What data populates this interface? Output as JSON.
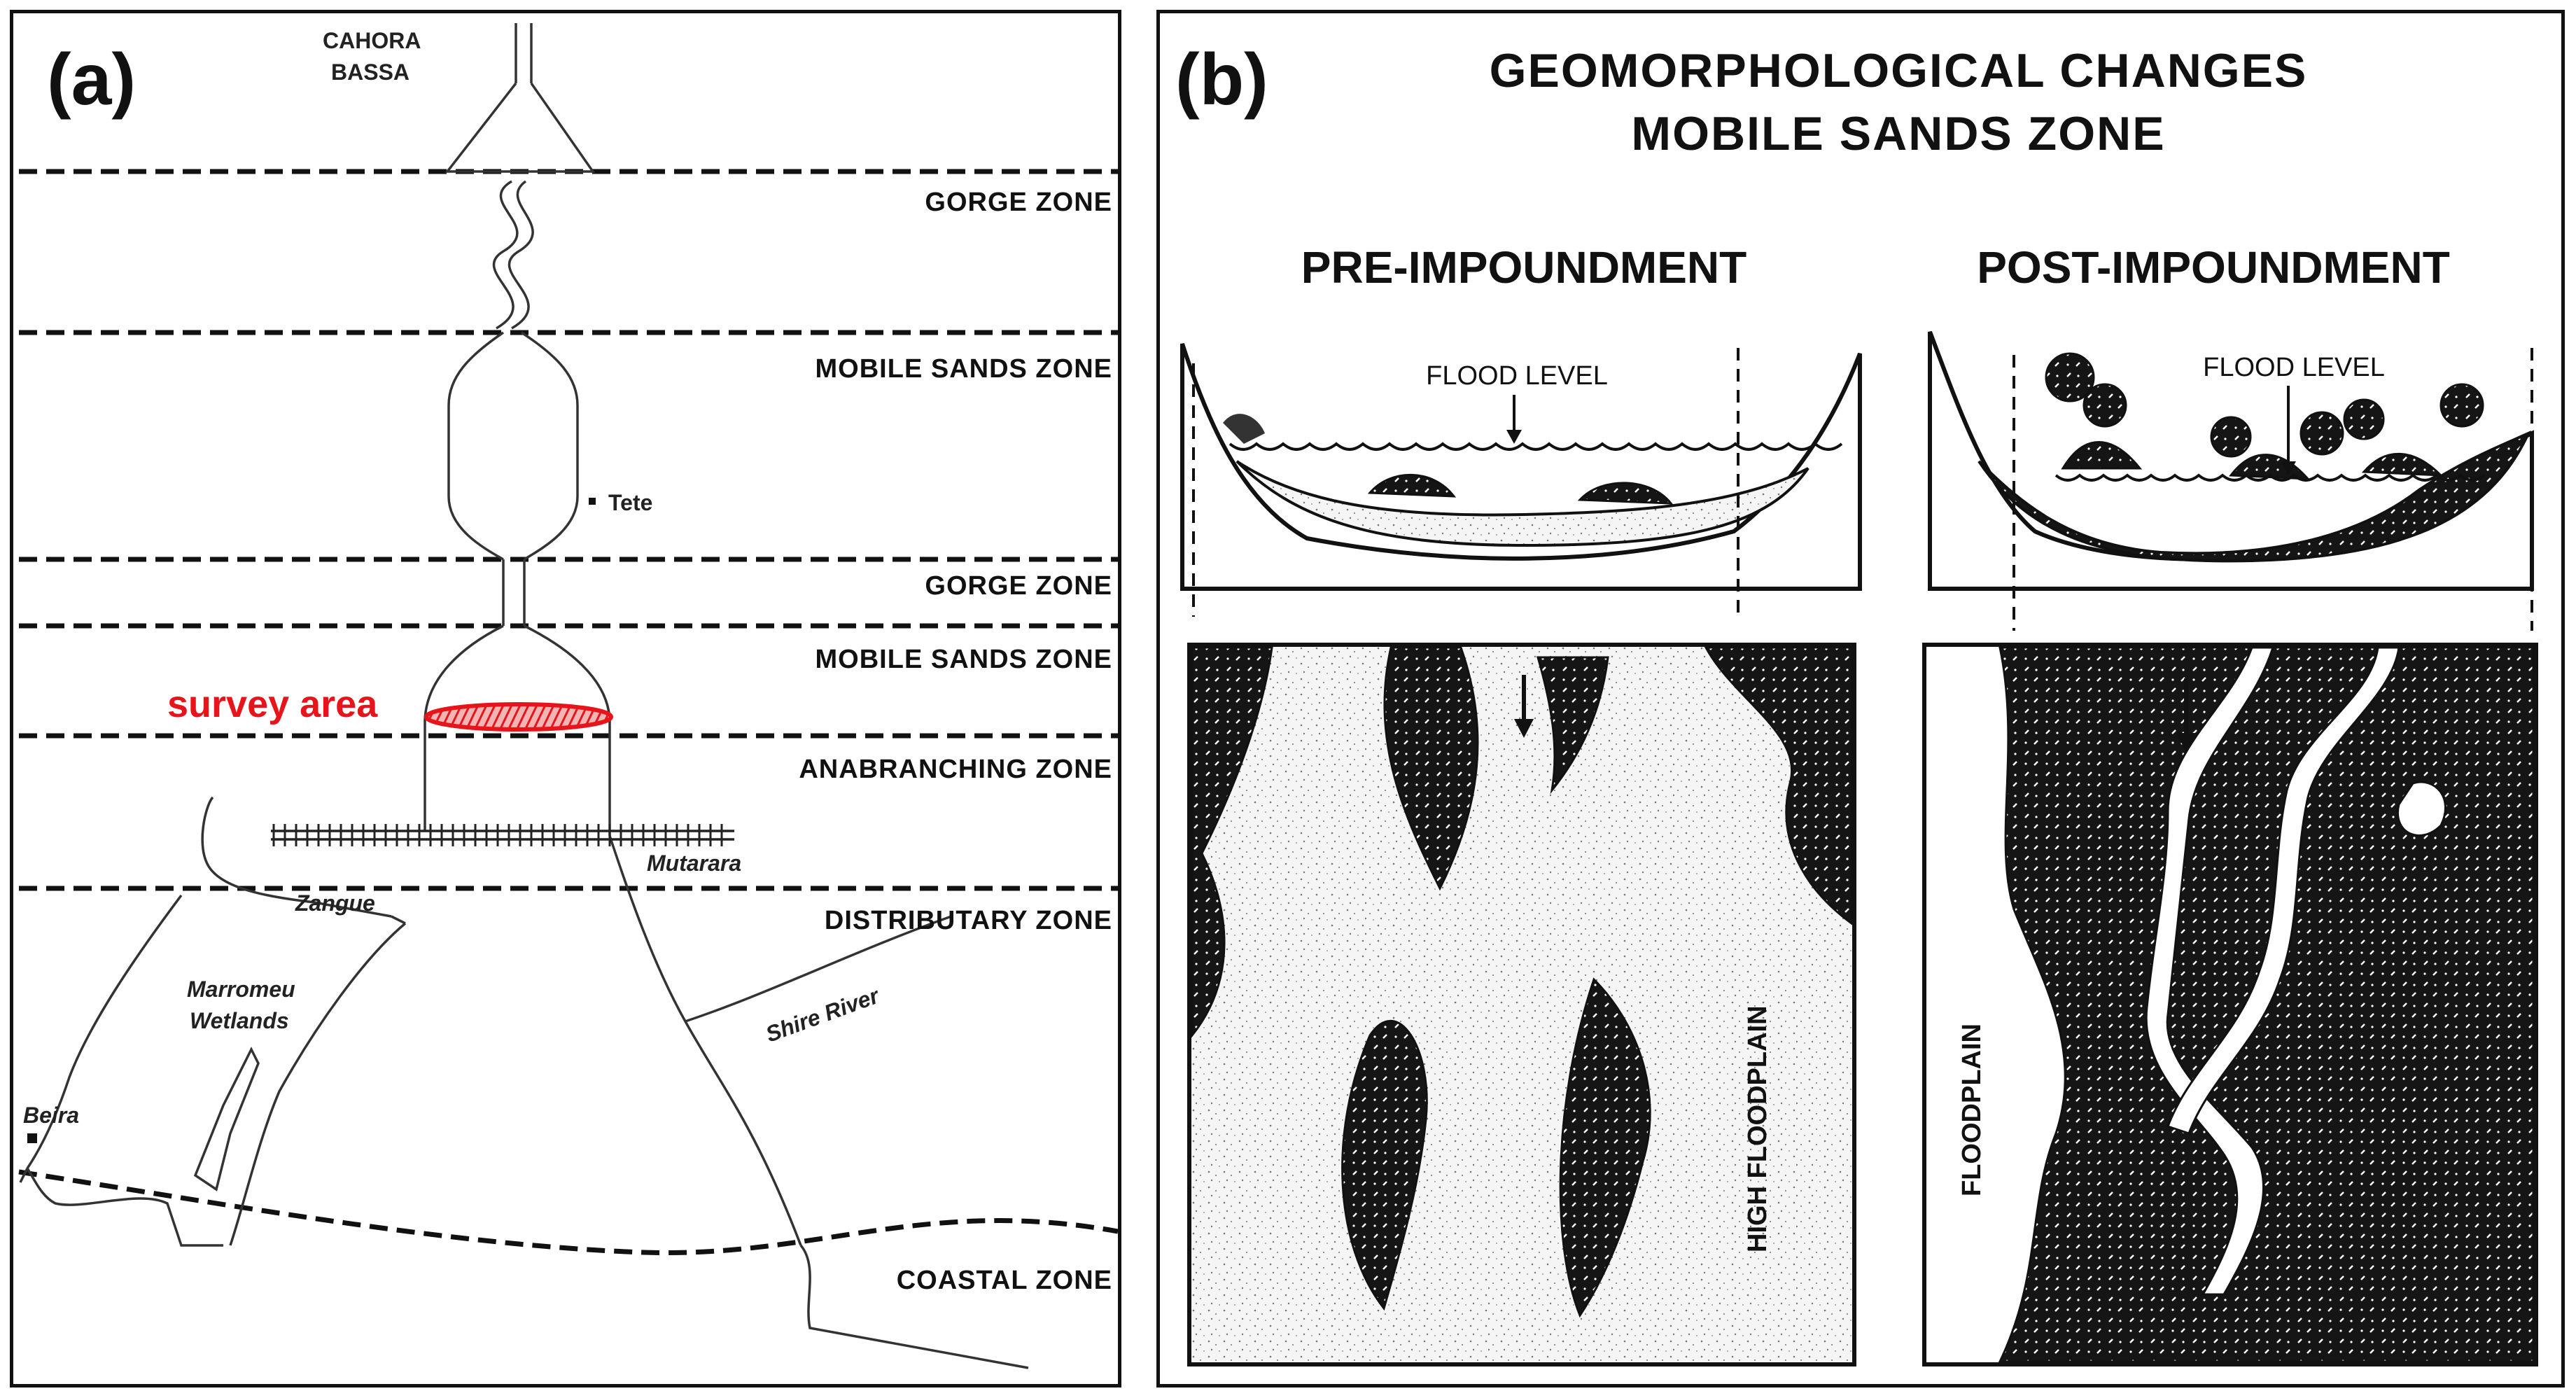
{
  "panel_a": {
    "tag": "(a)",
    "places": {
      "cahora_1": "CAHORA",
      "cahora_2": "BASSA",
      "tete": "Tete",
      "mutarara": "Mutarara",
      "zangue": "Zangue",
      "marromeu_1": "Marromeu",
      "marromeu_2": "Wetlands",
      "shire": "Shire River",
      "beira": "Beira"
    },
    "zones": [
      "GORGE ZONE",
      "MOBILE SANDS ZONE",
      "GORGE ZONE",
      "MOBILE SANDS ZONE",
      "ANABRANCHING ZONE",
      "DISTRIBUTARY ZONE",
      "COASTAL ZONE"
    ],
    "survey_label": "survey area",
    "survey_color": "#e8141b"
  },
  "panel_b": {
    "tag": "(b)",
    "title_1": "GEOMORPHOLOGICAL  CHANGES",
    "title_2": "MOBILE SANDS ZONE",
    "pre": {
      "heading": "PRE-IMPOUNDMENT",
      "flood_level": "FLOOD LEVEL",
      "floodplain": "HIGH FLOODPLAIN"
    },
    "post": {
      "heading": "POST-IMPOUNDMENT",
      "flood_level": "FLOOD LEVEL",
      "floodplain": "FLOODPLAIN"
    }
  }
}
